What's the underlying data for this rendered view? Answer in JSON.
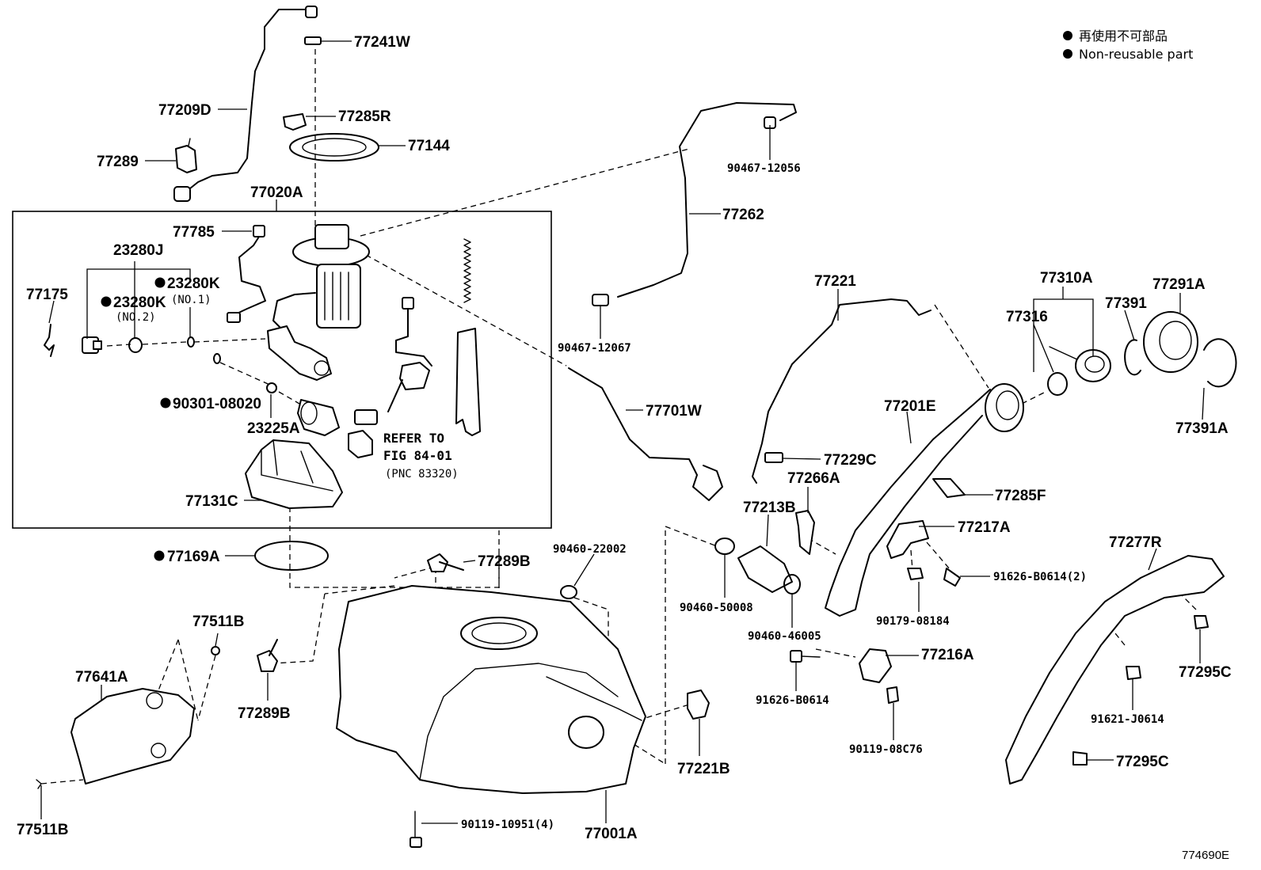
{
  "legend": {
    "jp": "再使用不可部品",
    "en": "Non-reusable part"
  },
  "figure_number": "774690E",
  "labels": {
    "p77241W": "77241W",
    "p77209D": "77209D",
    "p77285R": "77285R",
    "p77144": "77144",
    "p77289": "77289",
    "p77020A": "77020A",
    "p90467_12056": "90467-12056",
    "p77262": "77262",
    "p77785": "77785",
    "p23280J": "23280J",
    "p23280K_1": "23280K",
    "p23280K_2": "23280K",
    "no1": "(NO.1)",
    "no2": "(NO.2)",
    "p77175": "77175",
    "p90301_08020": "90301-08020",
    "p23225A": "23225A",
    "refer1": "REFER TO",
    "refer2": "FIG 84-01",
    "refer3": "(PNC 83320)",
    "p77131C": "77131C",
    "p90467_12067": "90467-12067",
    "p77701W": "77701W",
    "p77221": "77221",
    "p77310A": "77310A",
    "p77291A": "77291A",
    "p77391": "77391",
    "p77316": "77316",
    "p77201E": "77201E",
    "p77391A": "77391A",
    "p77229C": "77229C",
    "p77266A": "77266A",
    "p77285F": "77285F",
    "p77213B": "77213B",
    "p77217A": "77217A",
    "p77169A": "77169A",
    "p77289B_1": "77289B",
    "p90460_22002": "90460-22002",
    "p77511B_1": "77511B",
    "p77641A": "77641A",
    "p77289B_2": "77289B",
    "p90460_50008": "90460-50008",
    "p91626_B0614_2": "91626-B0614(2)",
    "p77277R": "77277R",
    "p90179_08184": "90179-08184",
    "p90460_46005": "90460-46005",
    "p77216A": "77216A",
    "p77295C_1": "77295C",
    "p91626_B0614": "91626-B0614",
    "p91621_J0614": "91621-J0614",
    "p77221B": "77221B",
    "p90119_08C76": "90119-08C76",
    "p77295C_2": "77295C",
    "p77511B_2": "77511B",
    "p90119_10951": "90119-10951(4)",
    "p77001A": "77001A"
  }
}
